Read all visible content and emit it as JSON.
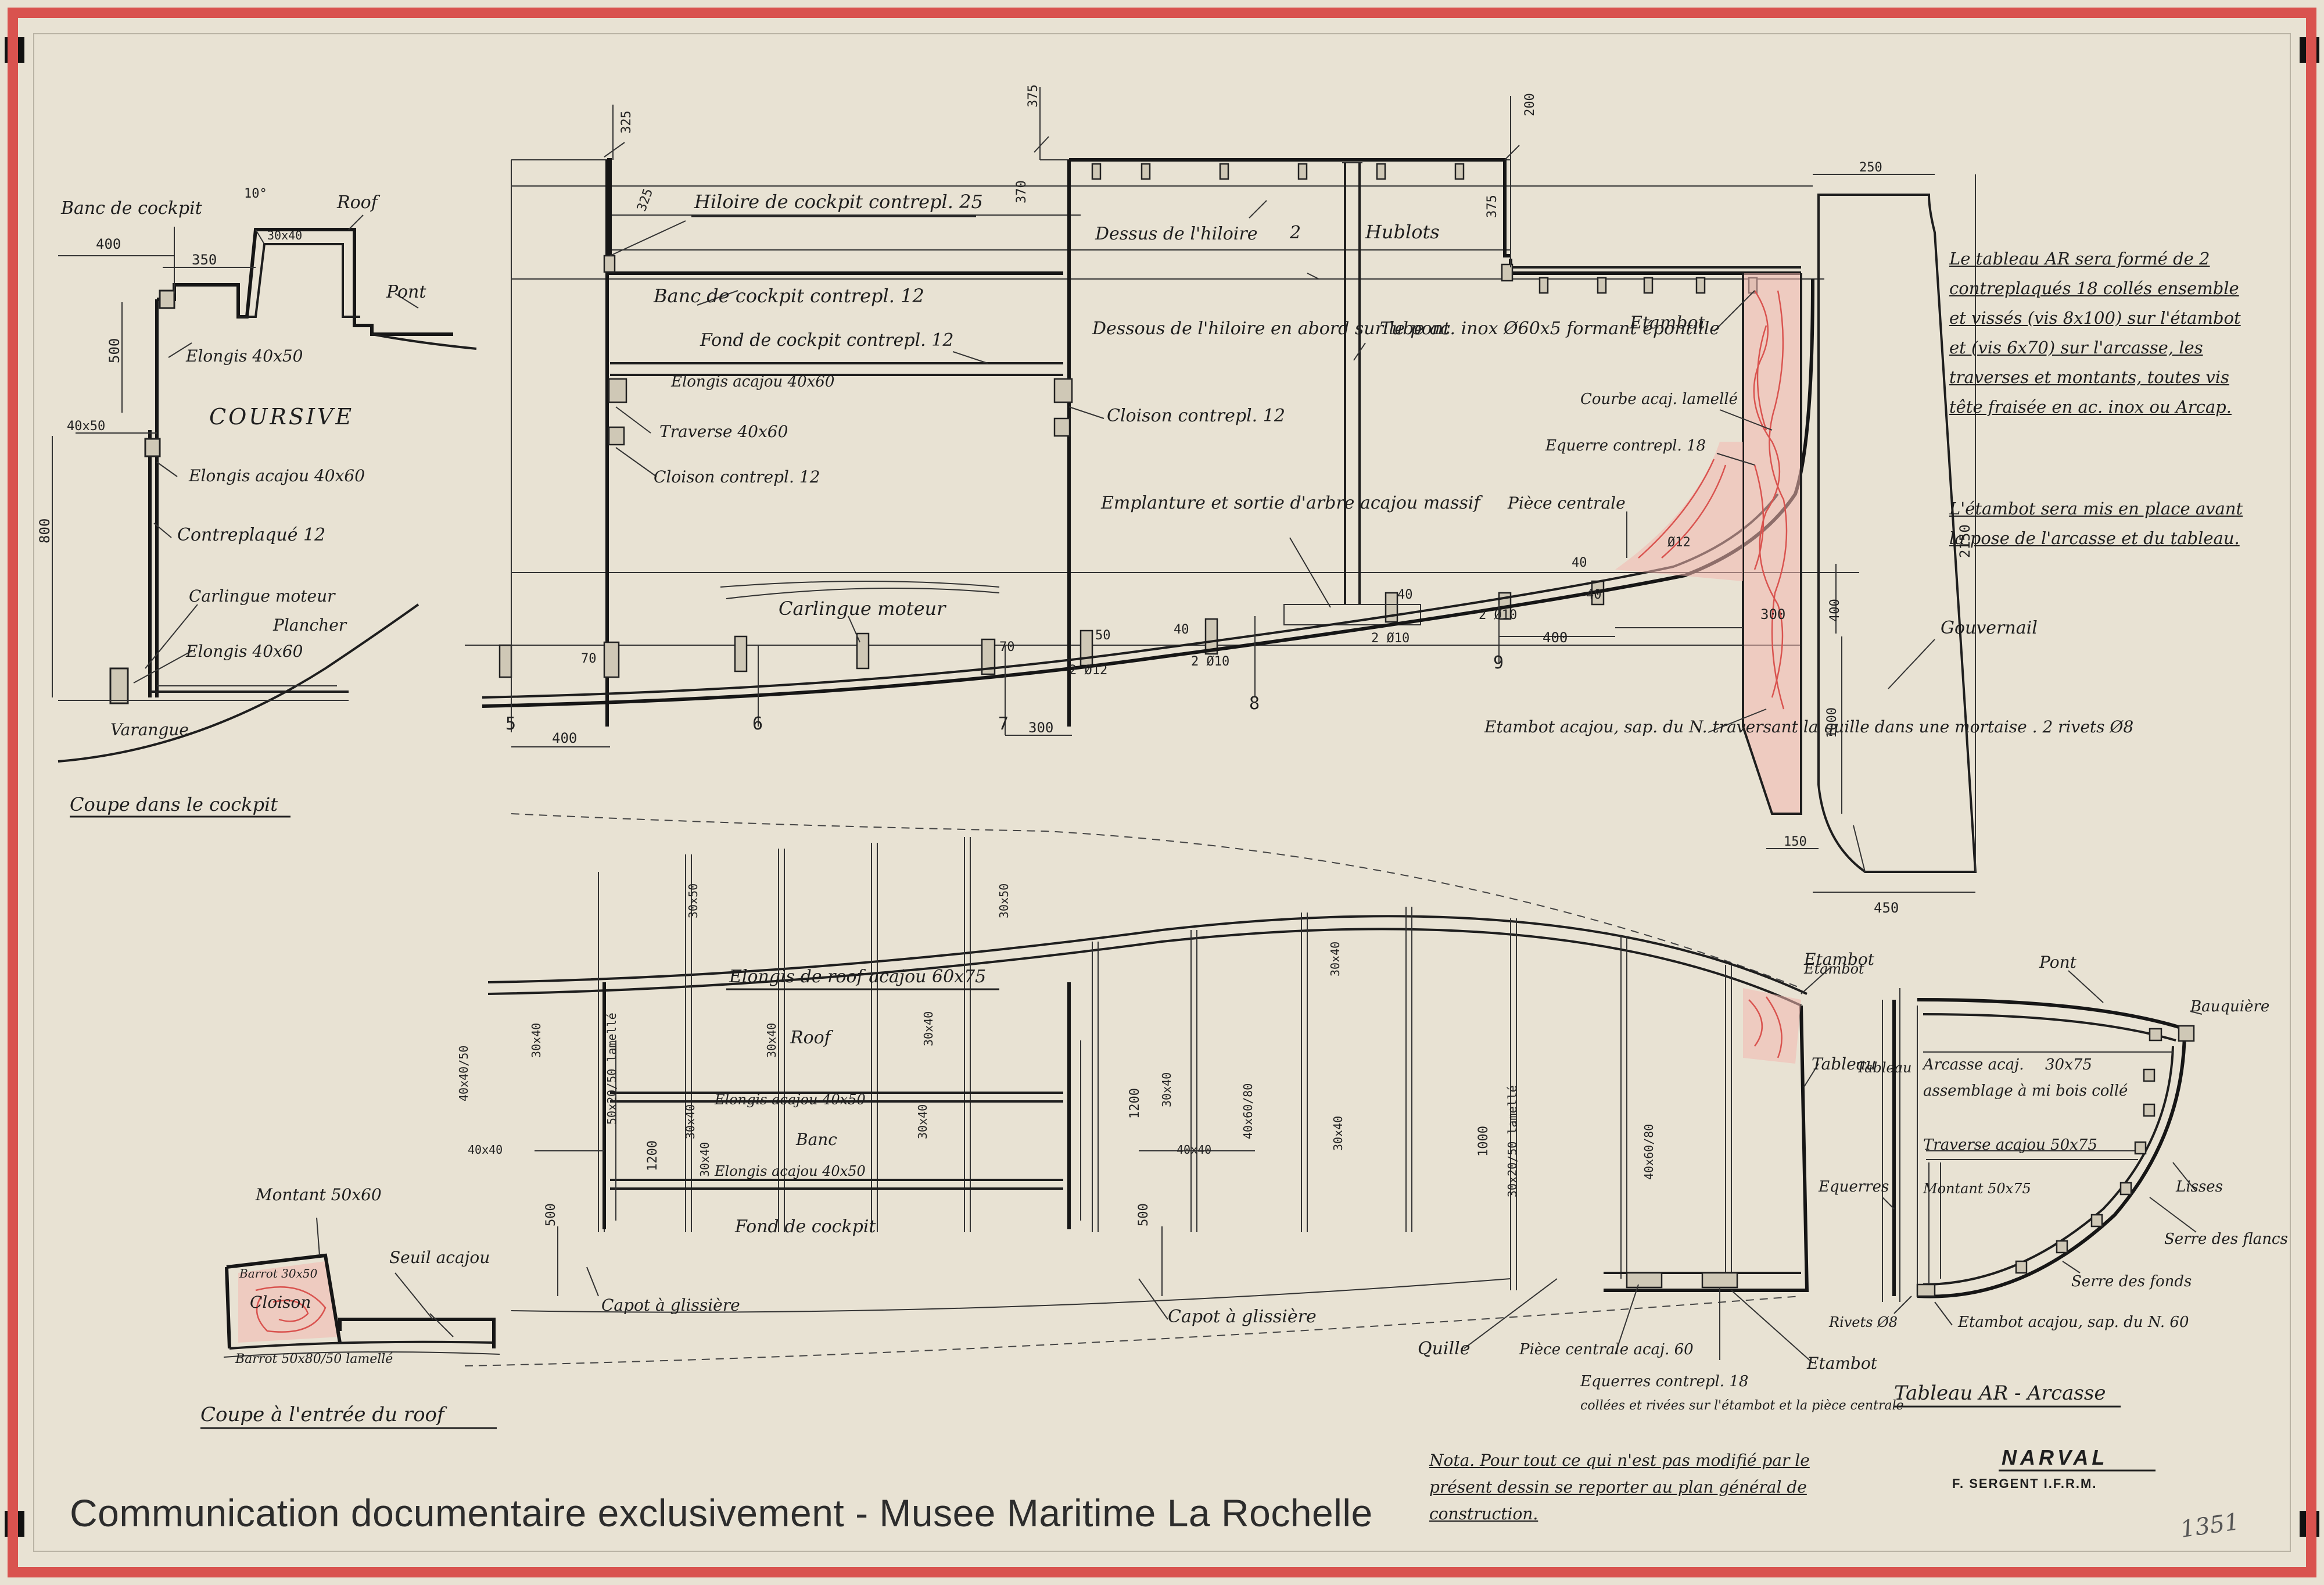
{
  "colors": {
    "border_red": "#d9534f",
    "paper": "#f1ece0",
    "ink": "#1e1e1e",
    "wood_hatch": "#e98a80"
  },
  "watermark": "Communication documentaire exclusivement - Musee Maritime La Rochelle",
  "coursive_section": {
    "labels": [
      "Banc de cockpit",
      "Roof",
      "Pont",
      "Elongis 40x50",
      "COURSIVE",
      "Elongis acajou 40x60",
      "Contreplaqué 12",
      "Carlingue moteur",
      "Plancher",
      "Elongis 40x60",
      "Varangue"
    ],
    "dims": [
      "400",
      "350",
      "30x40",
      "10°",
      "500",
      "40x50",
      "800"
    ],
    "title": "Coupe dans le cockpit"
  },
  "profile_section": {
    "labels": [
      "Hiloire de cockpit contrepl. 25",
      "Banc de cockpit contrepl. 12",
      "Fond de cockpit contrepl. 12",
      "Elongis acajou 40x60",
      "Traverse 40x60",
      "Cloison contrepl. 12",
      "Dessus de l'hiloire",
      "Hublots",
      "Dessous de l'hiloire en abord sur le pont",
      "Tube ac. inox Ø60x5 formant épontille",
      "Cloison contrepl. 12",
      "Emplanture et sortie d'arbre acajou massif",
      "Carlingue moteur",
      "Etambot",
      "Courbe acaj. lamellé",
      "Equerre contrepl. 18",
      "Pièce centrale",
      "Gouvernail",
      "Etambot acajou, sap. du N. traversant la quille dans une mortaise . 2 rivets Ø8"
    ],
    "dims": [
      "325",
      "325",
      "370",
      "375",
      "200",
      "375",
      "70",
      "50",
      "40",
      "40",
      "2 Ø12",
      "2 Ø10",
      "2 Ø10",
      "2 Ø10",
      "40",
      "40",
      "Ø12",
      "400",
      "300",
      "400",
      "1000",
      "250",
      "2150",
      "150",
      "450",
      "400",
      "300",
      "70"
    ],
    "stations": [
      "5",
      "6",
      "7",
      "8",
      "9"
    ]
  },
  "note_tableau": "Le tableau AR sera formé de 2 contreplaqués 18 collés ensemble et vissés (vis 8x100) sur l'étambot et (vis 6x70) sur l'arcasse, les traverses et montants, toutes vis tête fraisée en ac. inox ou Arcap.",
  "note_etambot": "L'étambot sera mis en place avant la pose de l'arcasse et du tableau.",
  "plan_section": {
    "labels": [
      "Elongis de roof acajou 60x75",
      "Roof",
      "Elongis acajou 40x50",
      "Banc",
      "Elongis acajou 40x50",
      "Fond de cockpit",
      "Capot à glissière",
      "Capot à glissière",
      "Quille",
      "Pièce centrale acaj. 60",
      "Equerres contrepl. 18",
      "collées et rivées sur l'étambot et la pièce centrale",
      "Etambot",
      "Etambot",
      "Tableau"
    ],
    "dims": [
      "30x50",
      "30x50",
      "30x40",
      "30x40",
      "30x40",
      "30x40",
      "30x40",
      "30x40",
      "40x40",
      "40x40",
      "40x40/50",
      "30x20/50 lamellé",
      "40x60/80",
      "40x60/80",
      "30x40",
      "30x40",
      "1200",
      "1200",
      "1000",
      "500",
      "500",
      "50x20/50 lamellé",
      "30x40"
    ]
  },
  "roof_entry": {
    "labels": [
      "Montant 50x60",
      "Seuil acajou",
      "Barrot 30x50",
      "Cloison",
      "Barrot 50x80/50 lamellé"
    ],
    "title": "Coupe à l'entrée du roof"
  },
  "tableau_section": {
    "labels": [
      "Pont",
      "Bauquière",
      "Arcasse acaj.",
      "30x75",
      "assemblage à mi bois collé",
      "Traverse acajou 50x75",
      "Montant 50x75",
      "Lisses",
      "Serre des flancs",
      "Serre des fonds",
      "Etambot acajou, sap. du N. 60",
      "Rivets Ø8",
      "Equerres",
      "Tableau",
      "Etambot"
    ],
    "title": "Tableau AR - Arcasse"
  },
  "nota": "Nota. Pour tout ce qui n'est pas modifié par le présent dessin se reporter au plan général de construction.",
  "title_block": {
    "name": "NARVAL",
    "author": "F. SERGENT I.F.R.M.",
    "number": "1351"
  }
}
